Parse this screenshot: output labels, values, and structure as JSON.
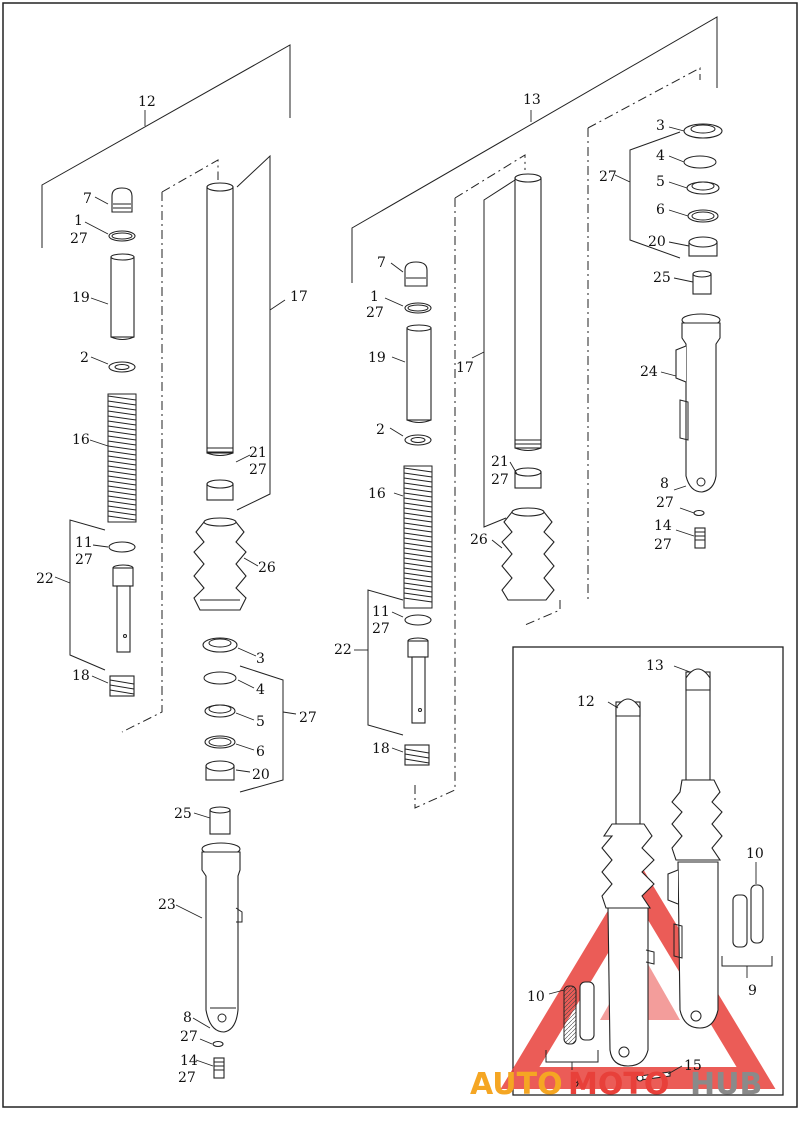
{
  "labels": {
    "n1": "1",
    "n2": "2",
    "n3": "3",
    "n4": "4",
    "n5": "5",
    "n6": "6",
    "n7": "7",
    "n8": "8",
    "n9": "9",
    "n10": "10",
    "n11": "11",
    "n12": "12",
    "n13": "13",
    "n14": "14",
    "n15": "15",
    "n16": "16",
    "n17": "17",
    "n18": "18",
    "n19": "19",
    "n20": "20",
    "n21": "21",
    "n22": "22",
    "n23": "23",
    "n24": "24",
    "n25": "25",
    "n26": "26",
    "n27": "27"
  },
  "watermark": {
    "part1": "AUTO",
    "part2": "MOTO",
    "part3": "HUB"
  },
  "colors": {
    "watermark_red": "#e8403a",
    "watermark_orange": "#f5a623",
    "watermark_gray": "#8a8a8a",
    "line": "#222222"
  }
}
